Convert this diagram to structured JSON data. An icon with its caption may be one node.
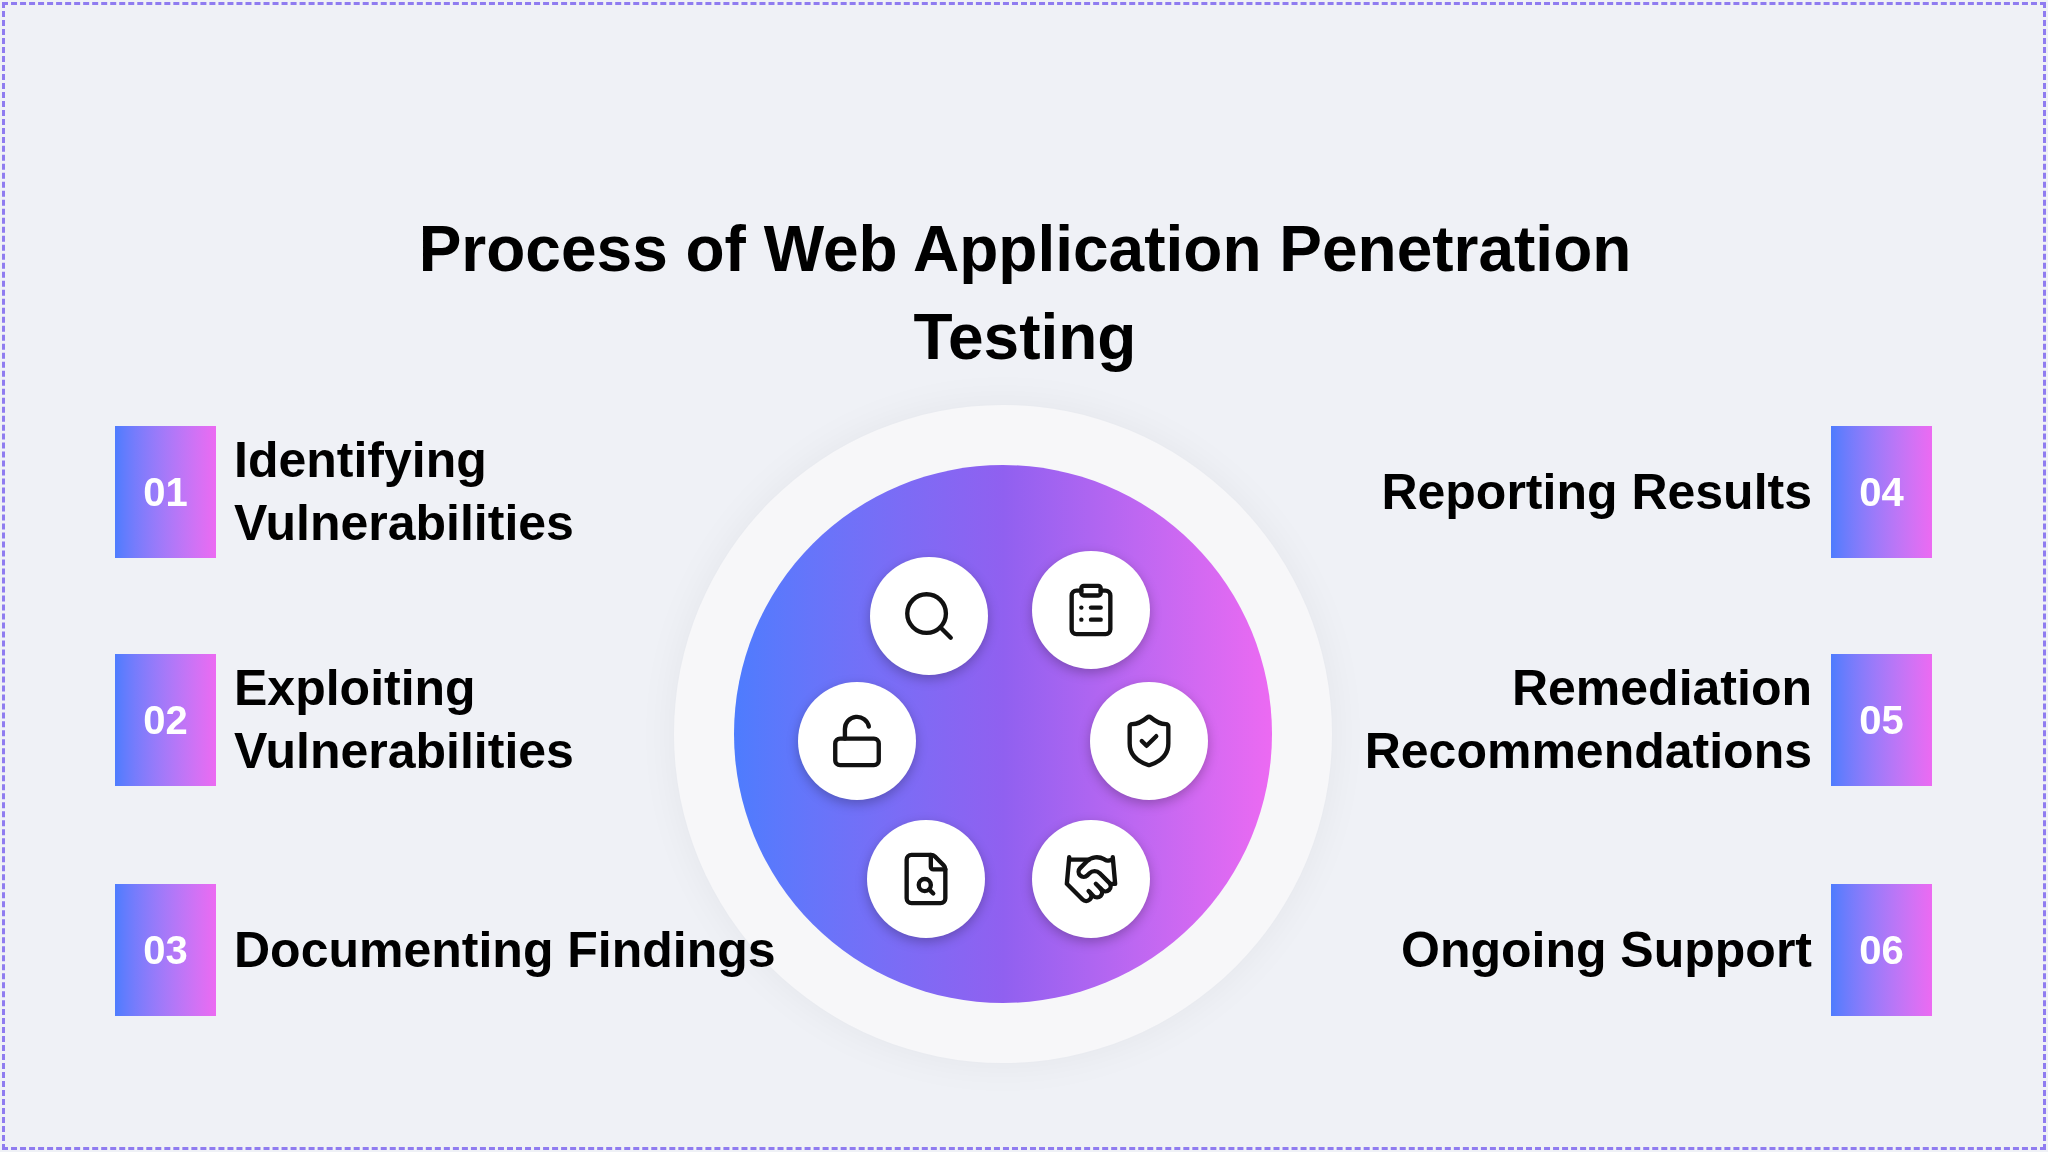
{
  "diagram": {
    "title": "Process of Web Application Penetration Testing",
    "nodes": [
      {
        "text": [
          "01"
        ],
        "beside": [
          "Identifying Vulnerabilities"
        ]
      },
      {
        "text": [
          "02"
        ],
        "beside": [
          "Exploiting Vulnerabilities"
        ]
      },
      {
        "text": [
          "03"
        ],
        "beside": [
          "Documenting Findings"
        ]
      },
      {
        "text": [
          "04"
        ],
        "beside": [
          "Reporting Results"
        ]
      },
      {
        "text": [
          "05"
        ],
        "beside": [
          "Remediation Recommendations"
        ]
      },
      {
        "text": [
          "06"
        ],
        "beside": [
          "Ongoing Support"
        ]
      }
    ]
  }
}
